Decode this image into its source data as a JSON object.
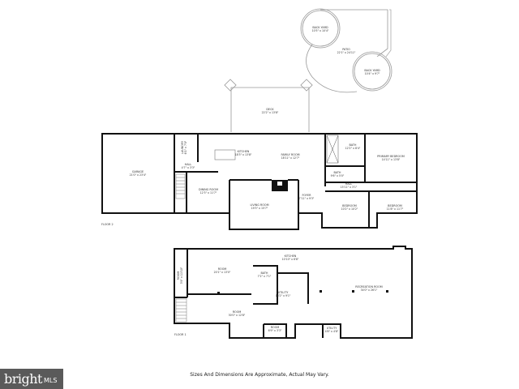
{
  "plan": {
    "exterior": [
      {
        "name": "BACK YARD",
        "dims": "10'5\" x 10'4\""
      },
      {
        "name": "PATIO",
        "dims": "22'1\" x 24'11\""
      },
      {
        "name": "BACK YARD",
        "dims": "10'4\" x 9'7\""
      },
      {
        "name": "DECK",
        "dims": "22'2\" x 13'8\""
      }
    ],
    "floor2": {
      "label": "FLOOR 2",
      "rooms": [
        {
          "name": "GARAGE",
          "dims": "21'0\" x 23'4\""
        },
        {
          "name": "LAUNDRY",
          "dims": "6'1\" x 7'0\""
        },
        {
          "name": "HALL",
          "dims": "4'7\" x 3'3\""
        },
        {
          "name": "KITCHEN",
          "dims": "18'3\" x 13'8\""
        },
        {
          "name": "DINING ROOM",
          "dims": "12'3\" x 11'7\""
        },
        {
          "name": "FAMILY ROOM",
          "dims": "18'11\" x 12'7\""
        },
        {
          "name": "LIVING ROOM",
          "dims": "19'3\" x 15'7\""
        },
        {
          "name": "FOYER",
          "dims": "7'11\" x 9'3\""
        },
        {
          "name": "BATH",
          "dims": "12'2\" x 8'4\""
        },
        {
          "name": "BATH",
          "dims": "9'6\" x 5'0\""
        },
        {
          "name": "PRIMARY BEDROOM",
          "dims": "14'11\" x 13'8\""
        },
        {
          "name": "HALL",
          "dims": "15'11\" x 3'1\""
        },
        {
          "name": "BEDROOM",
          "dims": "10'2\" x 10'2\""
        },
        {
          "name": "BEDROOM",
          "dims": "11'8\" x 11'7\""
        }
      ]
    },
    "floor1": {
      "label": "FLOOR 1",
      "rooms": [
        {
          "name": "ROOM",
          "dims": "3'4\" x 11'10\""
        },
        {
          "name": "ROOM",
          "dims": "20'1\" x 13'0\""
        },
        {
          "name": "KITCHEN",
          "dims": "10'10\" x 6'8\""
        },
        {
          "name": "BATH",
          "dims": "7'2\" x 7'1\""
        },
        {
          "name": "UTILITY",
          "dims": "16'2\" x 9'1\""
        },
        {
          "name": "ROOM",
          "dims": "30'0\" x 12'8\""
        },
        {
          "name": "ROOM",
          "dims": "6'9\" x 3'3\""
        },
        {
          "name": "RECREATION ROOM",
          "dims": "34'0\" x 26'1\""
        },
        {
          "name": "UTILITY",
          "dims": "4'8\" x 4'8\""
        }
      ]
    }
  },
  "caption": "Sizes And Dimensions Are Approximate, Actual May Vary.",
  "logo": {
    "brand": "bright",
    "suffix": "MLS"
  }
}
